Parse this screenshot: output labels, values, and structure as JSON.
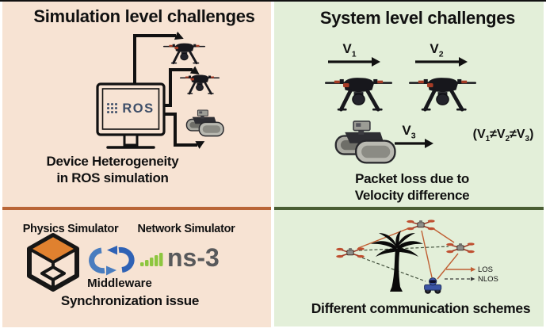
{
  "colors": {
    "sim_bg": "#f7e3d3",
    "sys_bg": "#e3efd9",
    "divider_left": "#b96536",
    "divider_right": "#4a5e33",
    "ros_blue": "#3d4e68",
    "gazebo_orange": "#e0812f",
    "middleware_blue_light": "#4a7dbf",
    "middleware_blue_dark": "#2f62b5",
    "ns3_green": "#8dc63f",
    "ns3_gray": "#58595b",
    "los_line": "#c05f33",
    "nlos_line": "#44523e"
  },
  "sim": {
    "title": "Simulation level challenges",
    "ros_label": "ROS",
    "caption_line1": "Device Heterogeneity",
    "caption_line2": "in ROS simulation"
  },
  "system": {
    "title": "System level challenges",
    "v1_base": "V",
    "v1_sub": "1",
    "v2_base": "V",
    "v2_sub": "2",
    "v3_base": "V",
    "v3_sub": "3",
    "inequality": {
      "parts": [
        {
          "t": "(V"
        },
        {
          "sub": "1"
        },
        {
          "t": "≠V"
        },
        {
          "sub": "2"
        },
        {
          "t": "≠V"
        },
        {
          "sub": "3"
        },
        {
          "t": ")"
        }
      ]
    },
    "caption_line1": "Packet loss due to",
    "caption_line2": "Velocity difference"
  },
  "middleware": {
    "physics_label": "Physics Simulator",
    "network_label": "Network Simulator",
    "ns3_label": "ns-3",
    "middleware_label": "Middleware",
    "caption": "Synchronization issue"
  },
  "comm": {
    "legend_los": "LOS",
    "legend_nlos": "NLOS",
    "caption": "Different communication schemes"
  }
}
